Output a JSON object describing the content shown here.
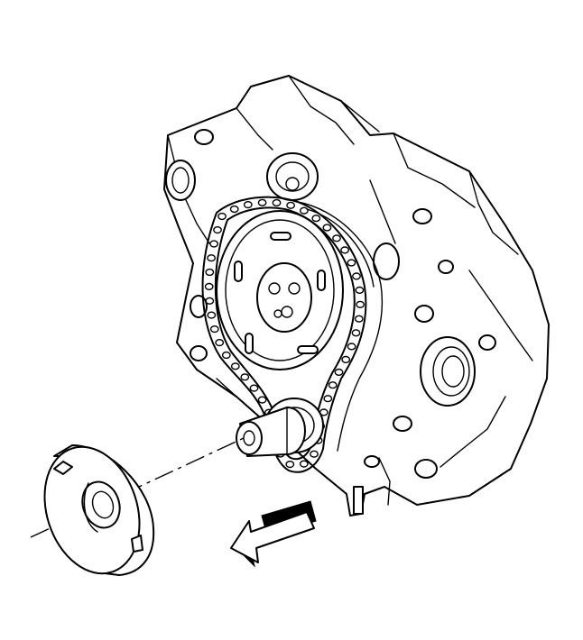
{
  "diagram": {
    "colors": {
      "line": "#000000",
      "background": "#ffffff"
    },
    "components": [
      "engine-block",
      "camshaft-sprocket",
      "timing-chain",
      "crankshaft-sprocket",
      "crankshaft-snout",
      "camshaft-position-reluctor-ring",
      "removal-direction-arrow",
      "alignment-centerline"
    ]
  }
}
